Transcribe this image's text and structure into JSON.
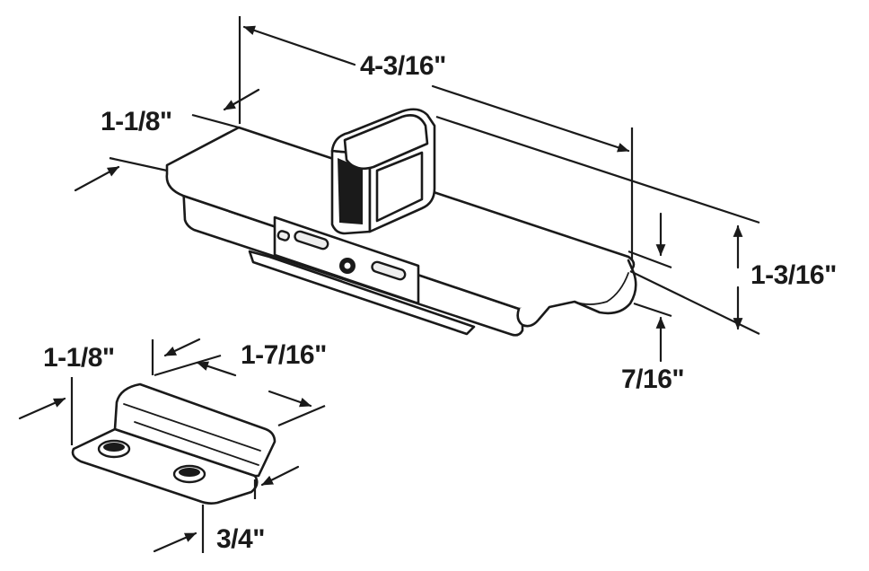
{
  "dimensions": {
    "latch_length": "4-3/16\"",
    "latch_width": "1-1/8\"",
    "latch_height": "1-3/16\"",
    "latch_lip": "7/16\"",
    "keeper_width": "1-1/8\"",
    "keeper_length": "1-7/16\"",
    "keeper_depth": "3/4\""
  },
  "colors": {
    "ink": "#1a1a1a",
    "paper": "#ffffff",
    "shade": "#eeeeee"
  }
}
